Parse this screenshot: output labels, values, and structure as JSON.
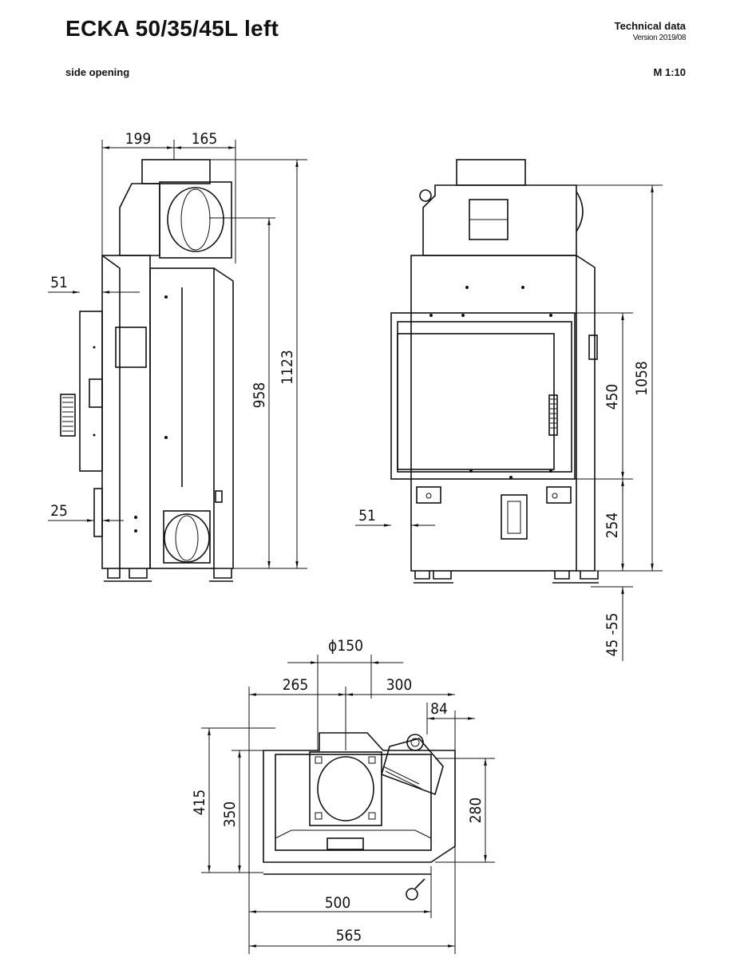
{
  "header": {
    "title": "ECKA 50/35/45L left",
    "subtitle": "side opening",
    "doc_type": "Technical data",
    "version": "Version 2019/08",
    "scale": "M 1:10"
  },
  "side_view": {
    "dims": {
      "top_left": "199",
      "top_right": "165",
      "height_total": "1123",
      "height_flue": "958",
      "left_upper": "51",
      "left_lower": "25"
    }
  },
  "front_view": {
    "dims": {
      "height_total": "1058",
      "door_height": "450",
      "base_height": "254",
      "feet": "45 -55",
      "left": "51"
    }
  },
  "top_view": {
    "dims": {
      "flue_diameter": "ϕ150",
      "left_offset": "265",
      "right_offset": "300",
      "side": "84",
      "depth_total": "415",
      "depth_inner": "350",
      "right_depth": "280",
      "width_inner": "500",
      "width_total": "565"
    }
  }
}
